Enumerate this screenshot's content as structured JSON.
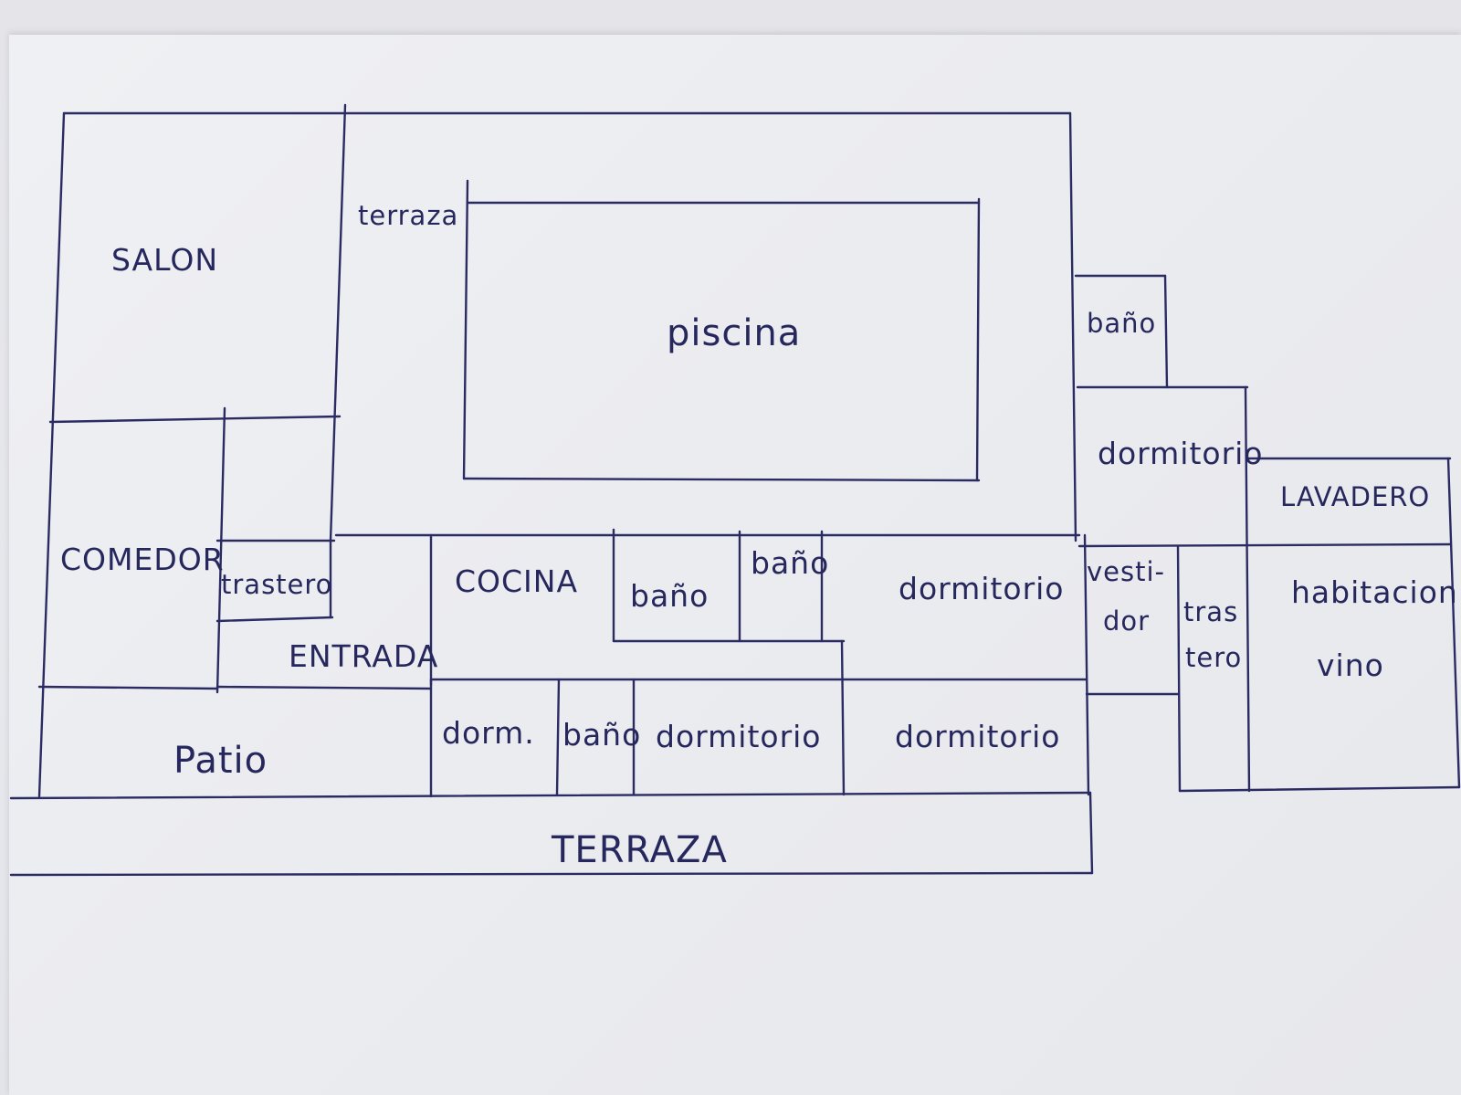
{
  "plan": {
    "rooms": {
      "salon": "SALON",
      "terraza_top": "terraza",
      "piscina": "piscina",
      "bano_top_right": "baño",
      "dormitorio_right_upper": "dormitorio",
      "lavadero": "LAVADERO",
      "comedor": "COMEDOR",
      "trastero_left": "trastero",
      "entrada": "ENTRADA",
      "cocina": "COCINA",
      "bano_center_1": "baño",
      "bano_center_2": "baño",
      "dormitorio_center_upper": "dormitorio",
      "vestidor_line1": "vesti-",
      "vestidor_line2": "dor",
      "trastero_right_line1": "tras",
      "trastero_right_line2": "tero",
      "habitacion_vino_line1": "habitacion",
      "habitacion_vino_line2": "vino",
      "patio": "Patio",
      "dorm_small": "dorm.",
      "bano_bottom": "baño",
      "dormitorio_bottom_1": "dormitorio",
      "dormitorio_bottom_2": "dormitorio",
      "terraza_bottom": "TERRAZA"
    },
    "colors": {
      "ink": "#2b2b63",
      "paper": "#eceef2"
    }
  }
}
